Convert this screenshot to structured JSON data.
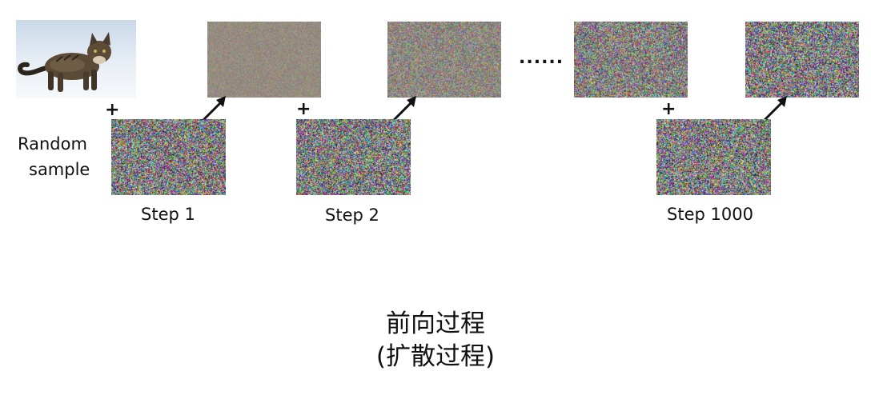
{
  "diagram": {
    "side_label_line1": "Random",
    "side_label_line2": "sample",
    "plus": "+",
    "ellipsis": "......",
    "steps": [
      "Step 1",
      "Step 2",
      "Step 1000"
    ],
    "title_line1": "前向过程",
    "title_line2": "(扩散过程)"
  },
  "icons": [
    "cat-photo",
    "noise-image",
    "arrow-up-right-icon",
    "plus-icon"
  ]
}
